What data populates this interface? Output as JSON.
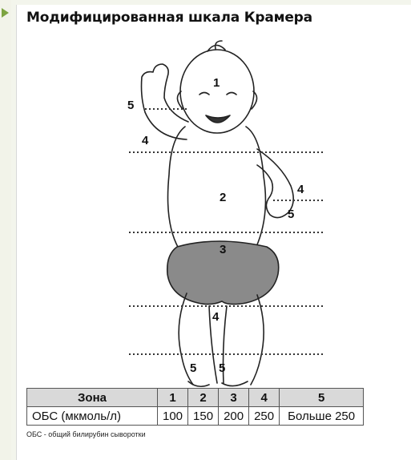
{
  "title": "Модифицированная шкала Крамера",
  "figure": {
    "zone_labels": [
      "1",
      "5",
      "4",
      "2",
      "4",
      "5",
      "3",
      "4",
      "5",
      "5"
    ]
  },
  "table": {
    "header": [
      "Зона",
      "1",
      "2",
      "3",
      "4",
      "5"
    ],
    "row": [
      "ОБС (мкмоль/л)",
      "100",
      "150",
      "200",
      "250",
      "Больше 250"
    ]
  },
  "footnote": "ОБС - общий билирубин сыворотки",
  "colors": {
    "accent": "#7da441",
    "header_bg": "#d9d9d9"
  }
}
